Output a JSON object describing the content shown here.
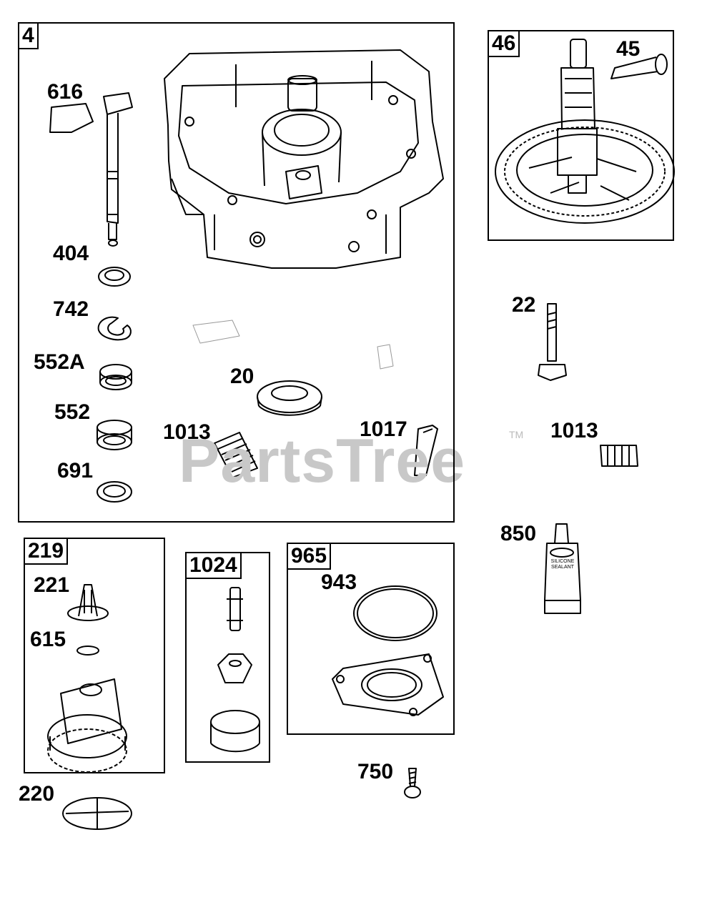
{
  "watermark": {
    "text": "PartsTree",
    "mark": "TM"
  },
  "groups": {
    "g4": "4",
    "g46": "46",
    "g219": "219",
    "g1024": "1024",
    "g965": "965"
  },
  "parts": {
    "p616": "616",
    "p404": "404",
    "p742": "742",
    "p552A": "552A",
    "p552": "552",
    "p691": "691",
    "p20": "20",
    "p1013a": "1013",
    "p1017": "1017",
    "p45": "45",
    "p22": "22",
    "p1013b": "1013",
    "p850": "850",
    "p221": "221",
    "p615": "615",
    "p220": "220",
    "p943": "943",
    "p750": "750"
  },
  "sealant_tube": {
    "line1": "SILICONE",
    "line2": "SEALANT"
  }
}
